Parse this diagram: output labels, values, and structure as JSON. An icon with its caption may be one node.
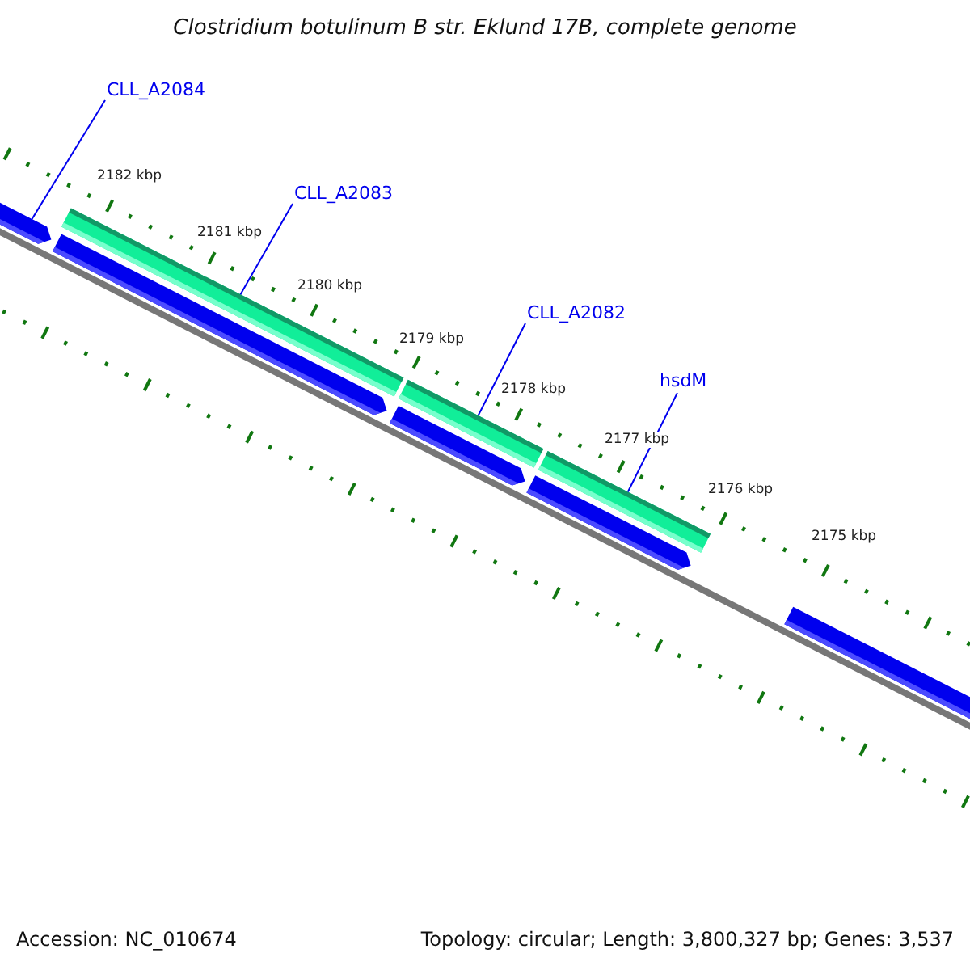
{
  "diagram": {
    "title": "Clostridium botulinum B str. Eklund 17B, complete genome",
    "nodes": [
      {
        "text": [
          "CLL_A2084"
        ]
      },
      {
        "text": [],
        "shape": "bar"
      },
      {
        "text": [
          "CLL_A2083"
        ]
      },
      {
        "text": [],
        "shape": "bar"
      },
      {
        "text": [
          "CLL_A2082"
        ]
      },
      {
        "text": [],
        "shape": "bar"
      },
      {
        "text": [
          "hsdM"
        ]
      },
      {
        "text": [],
        "shape": "bar"
      },
      {
        "text": [],
        "shape": "bar"
      },
      {
        "text": [],
        "shape": "bar"
      },
      {
        "text": [],
        "shape": "bar"
      },
      {
        "text": [],
        "shape": "bar"
      }
    ],
    "edges": [
      {
        "from": 0,
        "to": 1,
        "arrow": "none"
      },
      {
        "from": 2,
        "to": 3,
        "arrow": "none"
      },
      {
        "from": 4,
        "to": 5,
        "arrow": "none"
      },
      {
        "from": 6,
        "to": 7,
        "arrow": "none"
      }
    ],
    "labels": [
      "2182 kbp",
      "2181 kbp",
      "2180 kbp",
      "2179 kbp",
      "2178 kbp",
      "2177 kbp",
      "2176 kbp",
      "2175 kbp",
      "Accession: NC_010674",
      "Topology: circular; Length: 3,800,327 bp; Genes: 3,537"
    ]
  }
}
